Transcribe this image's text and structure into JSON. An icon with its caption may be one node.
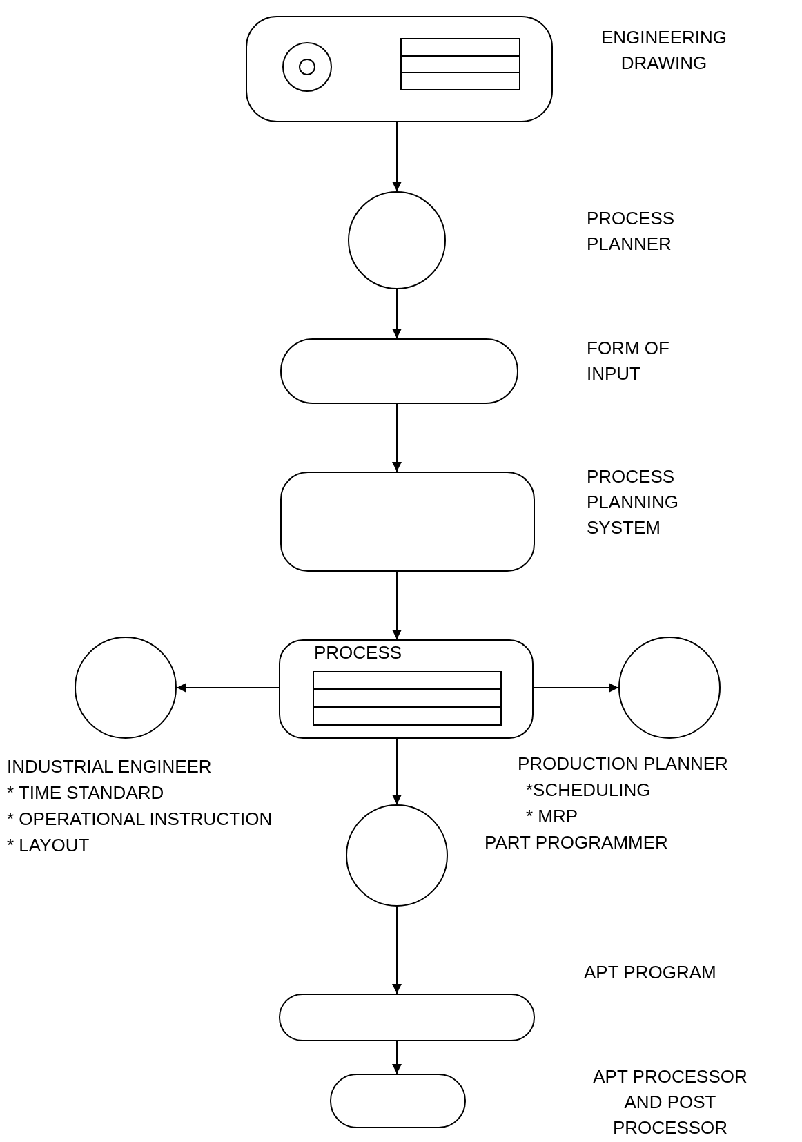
{
  "diagram": {
    "nodes": [
      {
        "text": [],
        "shape": "box",
        "beside": [
          "ENGINEERING DRAWING"
        ]
      },
      {
        "text": [],
        "shape": "circle"
      },
      {
        "text": [],
        "shape": "box",
        "beside": [
          "FORM OF INPUT"
        ]
      },
      {
        "text": [],
        "shape": "box",
        "beside": [
          "PROCESS PLANNING SYSTEM"
        ]
      },
      {
        "text": [
          "PROCESS"
        ]
      },
      {
        "text": [],
        "shape": "circle",
        "beside": [
          "INDUSTRIAL ENGINEER",
          "* TIME STANDARD",
          "* OPERATIONAL INSTRUCTION",
          "* LAYOUT"
        ]
      },
      {
        "text": [],
        "shape": "circle",
        "beside": [
          "PRODUCTION PLANNER",
          "*SCHEDULING",
          "* MRP"
        ]
      },
      {
        "text": [],
        "shape": "circle",
        "beside": [
          "PART PROGRAMMER"
        ]
      },
      {
        "text": [],
        "shape": "box",
        "beside": [
          "APT PROGRAM"
        ]
      },
      {
        "text": [],
        "shape": "box"
      }
    ],
    "labels": [
      "PROCESS PLANNER",
      "APT PROCESSOR AND POST PROCESSOR"
    ],
    "edges": [
      {
        "from": 0,
        "to": 1,
        "arrow": "to"
      },
      {
        "from": 1,
        "to": 2,
        "arrow": "to"
      },
      {
        "from": 2,
        "to": 3,
        "arrow": "to"
      },
      {
        "from": 3,
        "to": 4,
        "arrow": "to"
      },
      {
        "from": 4,
        "to": 5,
        "arrow": "to"
      },
      {
        "from": 4,
        "to": 6,
        "arrow": "to"
      },
      {
        "from": 4,
        "to": 7,
        "arrow": "to"
      },
      {
        "from": 7,
        "to": 8,
        "arrow": "to"
      },
      {
        "from": 8,
        "to": 9,
        "arrow": "to"
      }
    ]
  }
}
